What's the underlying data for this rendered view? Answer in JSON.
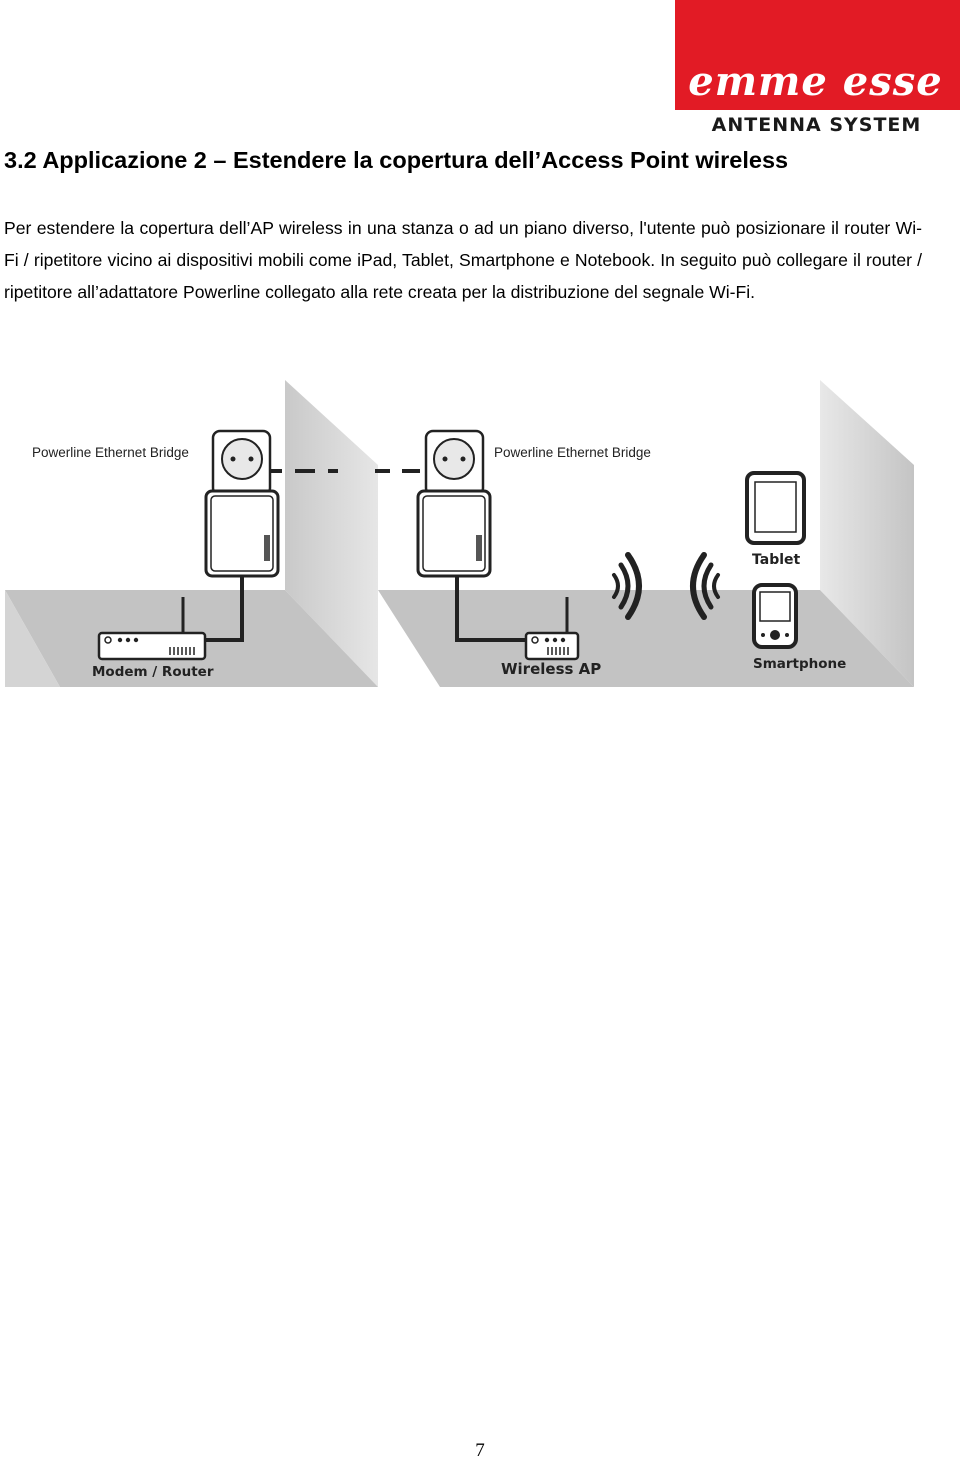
{
  "header": {
    "logo_text": "emme esse",
    "logo_subtitle": "ANTENNA SYSTEM",
    "brand_red": "#e21b25"
  },
  "section": {
    "title": "3.2 Applicazione 2 – Estendere la copertura dell’Access Point wireless",
    "paragraph": "Per estendere la copertura dell’AP wireless in una stanza o ad un piano diverso, l'utente può posizionare il router Wi-Fi / ripetitore vicino ai dispositivi mobili come iPad, Tablet, Smartphone e Notebook. In seguito può collegare il router / ripetitore all’adattatore Powerline collegato alla rete creata per la distribuzione del segnale Wi-Fi."
  },
  "diagram": {
    "labels": {
      "bridge_left": "Powerline Ethernet Bridge",
      "bridge_right": "Powerline Ethernet Bridge",
      "modem_router": "Modem / Router",
      "wireless_ap": "Wireless AP",
      "tablet": "Tablet",
      "smartphone": "Smartphone"
    },
    "icons": [
      "power-socket-icon",
      "powerline-adapter-icon",
      "router-icon",
      "wifi-signal-icon",
      "tablet-icon",
      "smartphone-icon"
    ]
  },
  "footer": {
    "page_number": "7"
  }
}
